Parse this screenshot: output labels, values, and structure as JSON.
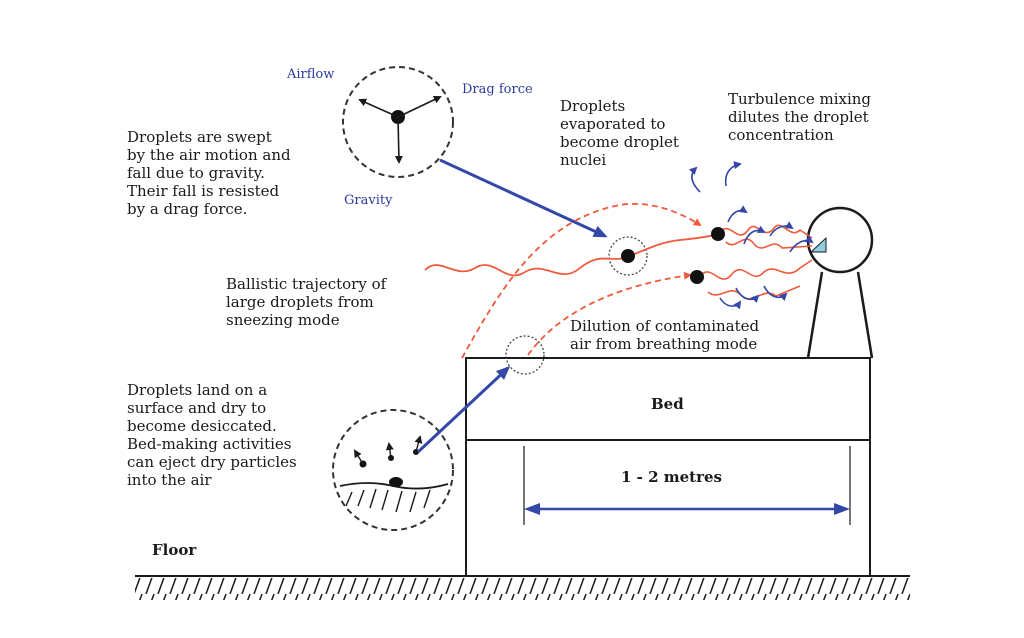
{
  "labels": {
    "airflow": "Airflow",
    "drag_force": "Drag force",
    "gravity": "Gravity",
    "swept": "Droplets are swept\nby the air motion and\nfall due to gravity.\nTheir fall is resisted\nby a drag force.",
    "evaporated": "Droplets\nevaporated to\nbecome droplet\nnuclei",
    "turbulence": "Turbulence  mixing\ndilutes the droplet\nconcentration",
    "ballistic": "Ballistic trajectory of\nlarge droplets from\nsneezing mode",
    "dilution": "Dilution of contaminated\nair from breathing mode",
    "land": "Droplets land on a\nsurface and dry to\nbecome desiccated.\nBed-making activities\ncan eject dry particles\ninto the air",
    "bed": "Bed",
    "distance": "1 - 2 metres",
    "floor": "Floor"
  },
  "colors": {
    "line": "#1a1a1a",
    "arrow_blue": "#3347a8",
    "droplet_path": "#f05a3c",
    "label_blue": "#2b3a9c"
  }
}
